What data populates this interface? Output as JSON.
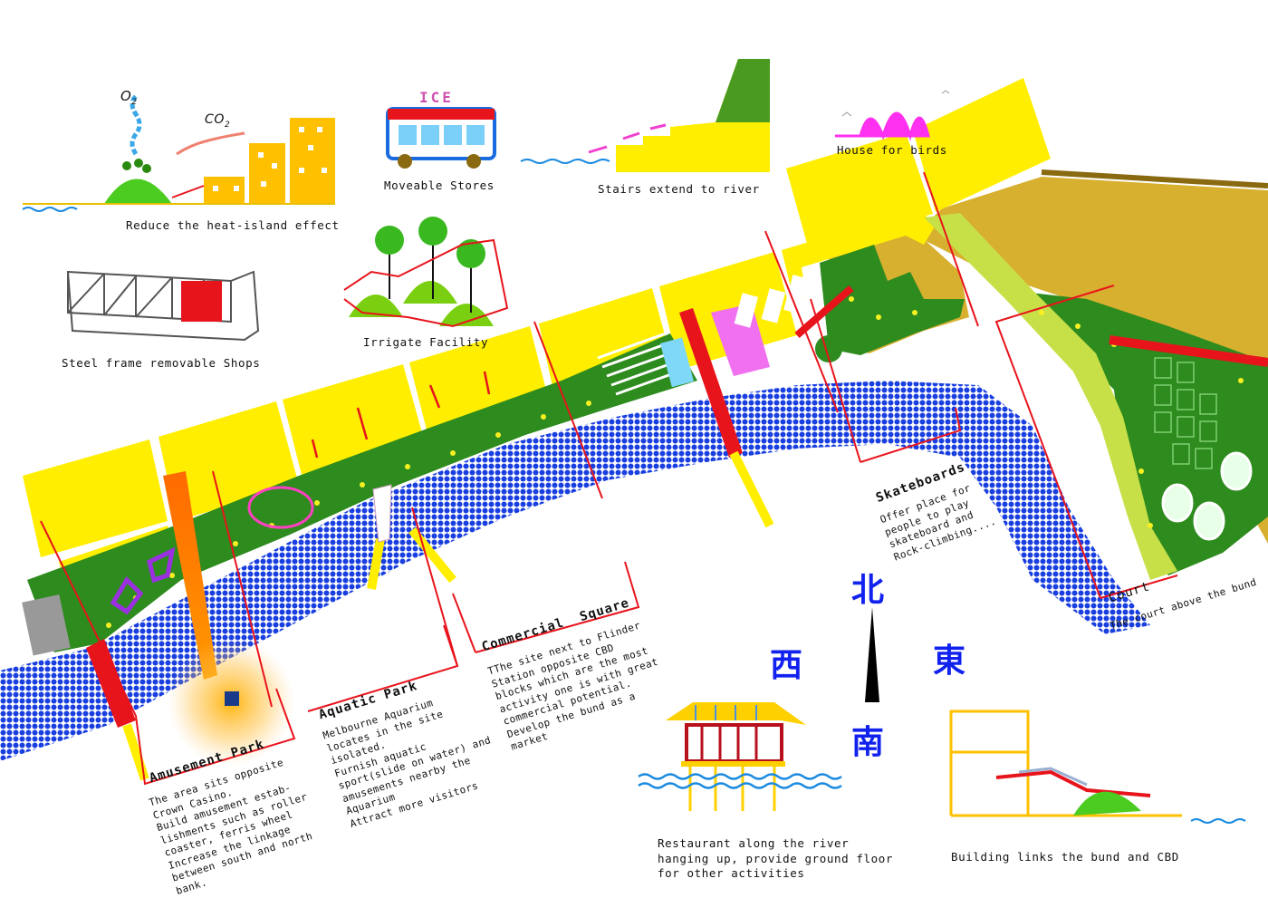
{
  "legend_items": {
    "heat_island": "Reduce the heat-island effect",
    "o2": "O",
    "o2_sub": "2",
    "co2": "CO",
    "co2_sub": "2",
    "moveable_stores": "Moveable Stores",
    "ice": "ICE",
    "stairs": "Stairs extend to river",
    "birds": "House for birds",
    "steel_frame": "Steel frame removable Shops",
    "irrigate": "Irrigate Facility",
    "restaurant": "Restaurant along the river\nhanging up, provide ground floor\nfor other activities",
    "building_links": "Building links the bund and CBD"
  },
  "zones": {
    "amusement": {
      "title": "Amusement Park",
      "text": "The area sits opposite\nCrown Casino.\nBuild amusement estab-\nlishments such as roller\ncoaster, ferris wheel\nIncrease the linkage\nbetween south and north\nbank."
    },
    "aquatic": {
      "title": "Aquatic Park",
      "text": "Melbourne Aquarium\nlocates in the site\nisolated.\nFurnish aquatic\nsport(slide on water) and\namusements nearby the\nAquarium\nAttract more visitors"
    },
    "commercial": {
      "title": "Commercial  Square",
      "text": "TThe site next to Flinder\nStation opposite CBD\nblocks which are the most\nactivity one is with great\ncommercial potential.\nDevelop the bund as a\nmarket"
    },
    "skateboards": {
      "title": "Skateboards",
      "text": "Offer place for\npeople to play\nskateboard and\nRock-climbing...."
    },
    "court": {
      "title": "Court",
      "text": "The court above the bund"
    }
  },
  "compass": {
    "north": "北",
    "south": "南",
    "east": "東",
    "west": "西"
  },
  "colors": {
    "block_yellow": "#ffee00",
    "park_green": "#2e8b1e",
    "river_blue": "#1a3fe0",
    "accent_red": "#e8141c",
    "compass_blue": "#1122ee",
    "ochre": "#d8b030"
  }
}
